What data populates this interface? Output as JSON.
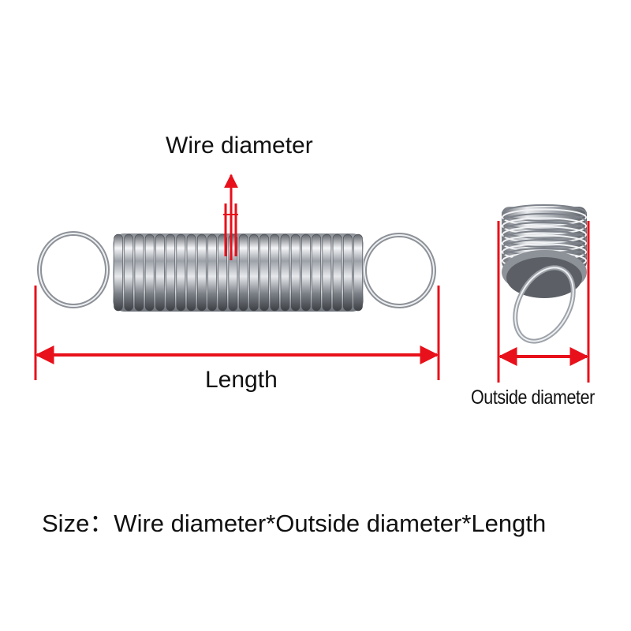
{
  "labels": {
    "wire_diameter": "Wire diameter",
    "length": "Length",
    "outside_diameter": "Outside diameter",
    "size_line": "Size：Wire diameter*Outside diameter*Length"
  },
  "colors": {
    "dimension_arrows": "#e8101a",
    "text": "#111111",
    "background": "#ffffff",
    "spring_metal": "#b8bcc2"
  },
  "images": {
    "side_view": "stainless steel extension spring with hook loops at both ends",
    "end_view": "same extension spring viewed end-on"
  }
}
